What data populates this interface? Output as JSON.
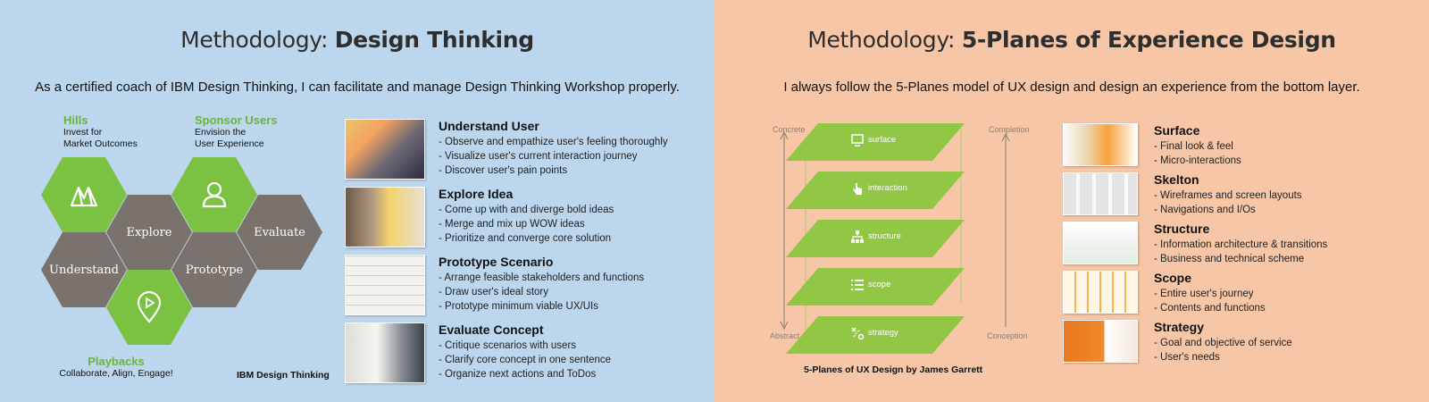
{
  "left": {
    "title_prefix": "Methodology: ",
    "title_bold": "Design Thinking",
    "subtitle": "As a certified coach of IBM Design Thinking, I can facilitate and manage Design Thinking Workshop properly.",
    "hexagons": {
      "explore": "Explore",
      "evaluate": "Evaluate",
      "understand": "Understand",
      "prototype": "Prototype"
    },
    "hills": {
      "head": "Hills",
      "line1": "Invest for",
      "line2": "Market Outcomes"
    },
    "sponsor": {
      "head": "Sponsor Users",
      "line1": "Envision the",
      "line2": "User Experience"
    },
    "playbacks": {
      "head": "Playbacks",
      "line1": "Collaborate, Align, Engage!"
    },
    "caption": "IBM Design Thinking",
    "steps": [
      {
        "title": "Understand User",
        "items": [
          "Observe and empathize user's feeling thoroughly",
          "Visualize user's current interaction journey",
          "Discover user's pain points"
        ]
      },
      {
        "title": "Explore Idea",
        "items": [
          "Come up with and diverge bold ideas",
          "Merge and mix up WOW ideas",
          "Prioritize and converge core solution"
        ]
      },
      {
        "title": "Prototype Scenario",
        "items": [
          "Arrange feasible stakeholders and functions",
          "Draw user's ideal story",
          "Prototype minimum viable UX/UIs"
        ]
      },
      {
        "title": "Evaluate Concept",
        "items": [
          "Critique scenarios with users",
          "Clarify core concept in one sentence",
          "Organize next actions and ToDos"
        ]
      }
    ]
  },
  "right": {
    "title_prefix": "Methodology: ",
    "title_bold": "5-Planes of Experience Design",
    "subtitle": "I always follow the 5-Planes model of UX design and design an experience from the bottom layer.",
    "axis": {
      "concrete": "Concrete",
      "abstract": "Abstract",
      "completion": "Completion",
      "conception": "Conception"
    },
    "planes": [
      "surface",
      "interaction",
      "structure",
      "scope",
      "strategy"
    ],
    "caption": "5-Planes of UX Design by James Garrett",
    "steps": [
      {
        "title": "Surface",
        "items": [
          "Final look & feel",
          "Micro-interactions"
        ]
      },
      {
        "title": "Skelton",
        "items": [
          "Wireframes and screen layouts",
          "Navigations and I/Os"
        ]
      },
      {
        "title": "Structure",
        "items": [
          "Information architecture & transitions",
          "Business and technical scheme"
        ]
      },
      {
        "title": "Scope",
        "items": [
          "Entire user's journey",
          "Contents and functions"
        ]
      },
      {
        "title": "Strategy",
        "items": [
          "Goal and objective of service",
          "User's needs"
        ]
      }
    ]
  },
  "colors": {
    "left_bg": "#bcd6ee",
    "right_bg": "#f6c6a6",
    "green": "#7bc142",
    "gray": "#7a736d",
    "plane_green": "#8cc63f"
  }
}
